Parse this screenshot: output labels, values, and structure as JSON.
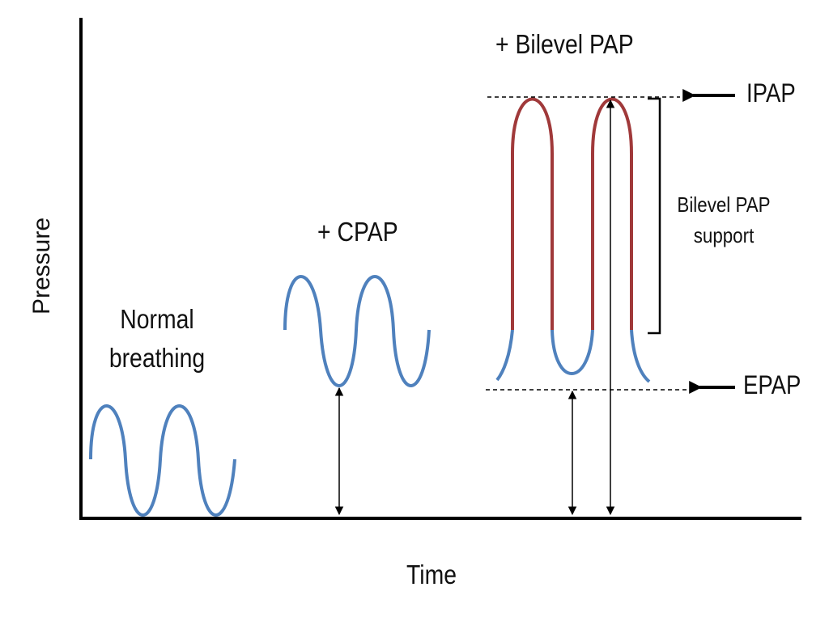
{
  "axes": {
    "x_label": "Time",
    "y_label": "Pressure"
  },
  "labels": {
    "normal": [
      "Normal",
      "breathing"
    ],
    "cpap": "+ CPAP",
    "bilevel": "+ Bilevel  PAP",
    "ipap": "IPAP",
    "epap": "EPAP",
    "support": [
      "Bilevel PAP",
      "support"
    ]
  },
  "colors": {
    "wave_blue": "#4f81bd",
    "wave_red": "#a0393a",
    "axis": "#000000"
  }
}
